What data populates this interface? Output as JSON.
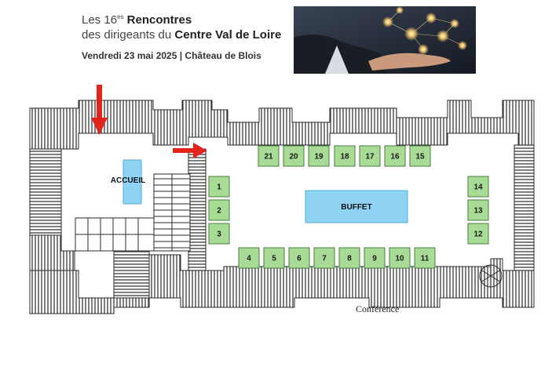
{
  "header": {
    "line1_prefix": "Les 16",
    "line1_sup": "es",
    "line1_bold": "Rencontres",
    "line2_prefix": "des dirigeants du ",
    "line2_bold": "Centre Val de Loire",
    "subtitle": "Vendredi 23 mai 2025 | Château de Blois"
  },
  "hero_image": {
    "icon": "businessman-hand-network-icon",
    "bg_color": "#1b2230",
    "accent": "#f3c46a"
  },
  "floorplan": {
    "accueil_label": "ACCUEIL",
    "buffet_label": "BUFFET",
    "conference_label": "Conférence",
    "booth_color": "#a8db95",
    "area_color": "#8fd3f4",
    "arrow_color": "#e3241b",
    "booths": [
      {
        "number": "1"
      },
      {
        "number": "2"
      },
      {
        "number": "3"
      },
      {
        "number": "4"
      },
      {
        "number": "5"
      },
      {
        "number": "6"
      },
      {
        "number": "7"
      },
      {
        "number": "8"
      },
      {
        "number": "9"
      },
      {
        "number": "10"
      },
      {
        "number": "11"
      },
      {
        "number": "12"
      },
      {
        "number": "13"
      },
      {
        "number": "14"
      },
      {
        "number": "15"
      },
      {
        "number": "16"
      },
      {
        "number": "17"
      },
      {
        "number": "18"
      },
      {
        "number": "19"
      },
      {
        "number": "20"
      },
      {
        "number": "21"
      }
    ]
  }
}
